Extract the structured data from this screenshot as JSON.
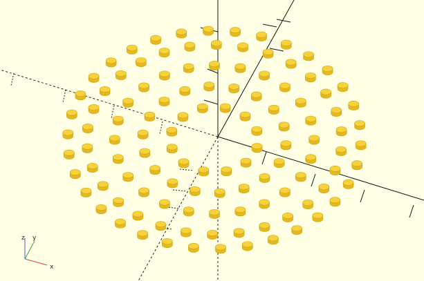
{
  "viewport": {
    "background": "#ffffe5",
    "pin_color": "#f7d23a",
    "pin_edge": "#c9a418",
    "pin_shadow": "#e6b820"
  },
  "axes_gizmo": {
    "x_label": "x",
    "y_label": "y",
    "z_label": "z",
    "x_color": "#d04040",
    "y_color": "#40a040",
    "z_color": "#4060d0"
  },
  "icons": {
    "gizmo": "axes-orientation-icon"
  }
}
